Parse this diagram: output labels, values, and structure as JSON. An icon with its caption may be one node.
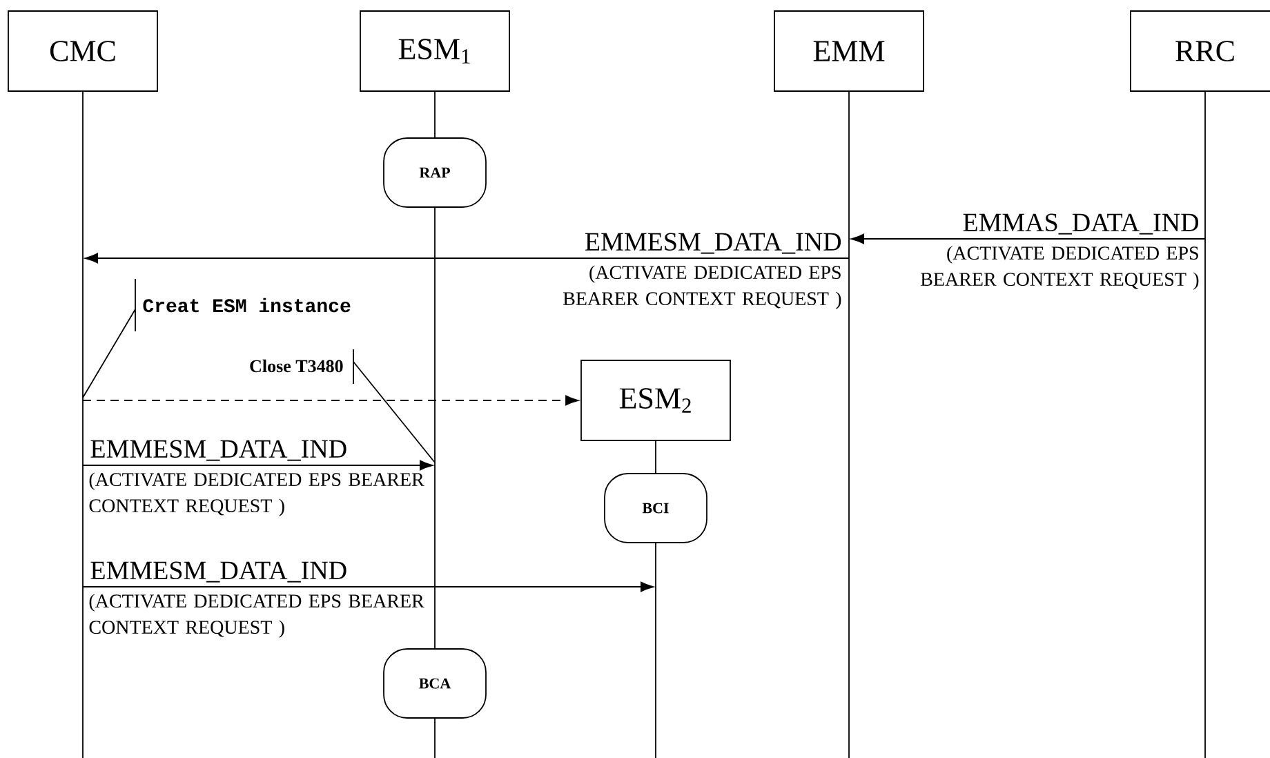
{
  "diagram": {
    "nodes": [
      {
        "text": [
          "CMC"
        ]
      },
      {
        "text": [
          "ESM$_{1}$"
        ]
      },
      {
        "text": [
          "EMM"
        ]
      },
      {
        "text": [
          "RRC"
        ]
      },
      {
        "text": [
          "RAP"
        ]
      },
      {
        "text": [
          "Creat ESM instance"
        ]
      },
      {
        "text": [
          "Close T3480"
        ]
      },
      {
        "text": [
          "ESM$_{2}$"
        ]
      },
      {
        "text": [
          "BCI"
        ]
      },
      {
        "text": [
          "BCA"
        ]
      },
      {
        "text": [],
        "shape": "line"
      },
      {
        "text": [],
        "shape": "line"
      },
      {
        "text": [],
        "shape": "line"
      },
      {
        "text": [],
        "shape": "line"
      },
      {
        "text": [],
        "shape": "line"
      }
    ],
    "edges": [
      {
        "from": 13,
        "to": 12,
        "arrow": "to",
        "label": "EMMAS_DATA_IND"
      },
      {
        "from": 12,
        "to": 10,
        "arrow": "to",
        "label": "EMMESM_DATA_IND"
      },
      {
        "from": 10,
        "to": 7,
        "arrow": "to",
        "style": "dashed"
      },
      {
        "from": 10,
        "to": 11,
        "arrow": "to",
        "label": "EMMESM_DATA_IND"
      },
      {
        "from": 10,
        "to": 14,
        "arrow": "to",
        "label": "EMMESM_DATA_IND"
      },
      {
        "from": 5,
        "to": 10,
        "arrow": "none"
      },
      {
        "from": 6,
        "to": 11,
        "arrow": "none"
      },
      {
        "from": 1,
        "to": 4,
        "arrow": "none"
      },
      {
        "from": 7,
        "to": 8,
        "arrow": "none"
      },
      {
        "from": 9,
        "to": null,
        "arrow": "none"
      }
    ],
    "labels": [
      "(ACTIVATE DEDICATED EPS BEARER CONTEXT REQUEST )",
      "(ACTIVATE DEDICATED EPS BEARER CONTEXT REQUEST )",
      "(ACTIVATE DEDICATED EPS BEARER CONTEXT REQUEST )",
      "(ACTIVATE DEDICATED EPS BEARER CONTEXT REQUEST )"
    ]
  }
}
